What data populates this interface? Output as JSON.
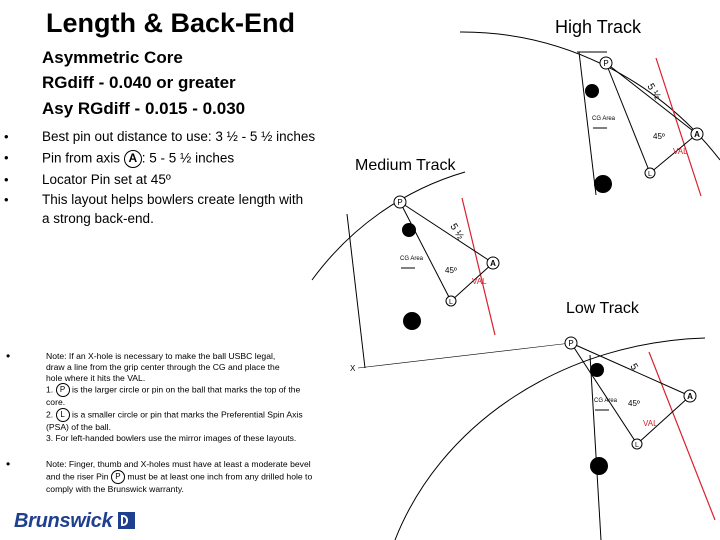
{
  "title": "Length & Back-End",
  "subtitle": {
    "line1": "Asymmetric Core",
    "line2": "RGdiff - 0.040 or greater",
    "line3": "Asy RGdiff - 0.015 - 0.030"
  },
  "bullets": {
    "b1": "Best pin out distance to use: 3 ½ - 5 ½ inches",
    "b2_pre": "Pin from axis",
    "b2_axis": "A",
    "b2_post": ":  5 - 5 ½ inches",
    "b3": "Locator Pin set at 45º",
    "b4_l1": "This layout helps bowlers create length with",
    "b4_l2": "a strong back-end."
  },
  "notes": {
    "n1_l1": "Note: If an X-hole is necessary to make the ball USBC legal,",
    "n1_l2": "draw a line from the grip center through the CG and place the",
    "n1_l3": "hole where it hits the VAL.",
    "n1_l4_pre": "1.",
    "n1_l4_p": "P",
    "n1_l4_post": "is the larger circle or pin on the ball that marks the top of the",
    "n1_l5": "core.",
    "n1_l6_pre": "2.",
    "n1_l6_l": "L",
    "n1_l6_post": "is a smaller circle or pin that marks the Preferential Spin Axis",
    "n1_l7": "(PSA) of the ball.",
    "n1_l8": "3. For left-handed bowlers use the mirror images of these layouts.",
    "n2_l1": "Note: Finger, thumb and X-holes must have at least a moderate bevel",
    "n2_l2_pre": "and the riser Pin",
    "n2_l2_p": "P",
    "n2_l2_post": "must be at least one inch from any drilled hole to",
    "n2_l3": "comply with the Brunswick warranty."
  },
  "brand": "Brunswick",
  "diagrams": {
    "high": {
      "title": "High Track",
      "pin": "P",
      "distance": "5 ½",
      "cg": "CG Area",
      "angle": "45º",
      "axis": "A",
      "val": "VAL",
      "locator": "L"
    },
    "medium": {
      "title": "Medium Track",
      "pin": "P",
      "distance": "5 ½",
      "cg": "CG Area",
      "angle": "45º",
      "axis": "A",
      "val": "VAL",
      "locator": "L"
    },
    "low": {
      "title": "Low Track",
      "pin": "P",
      "distance": "5",
      "cg": "CG Area",
      "angle": "45º",
      "axis": "A",
      "val": "VAL",
      "locator": "L",
      "xhole": "X"
    }
  },
  "colors": {
    "val_line": "#d9202e",
    "brand_blue": "#1f3f8f"
  }
}
